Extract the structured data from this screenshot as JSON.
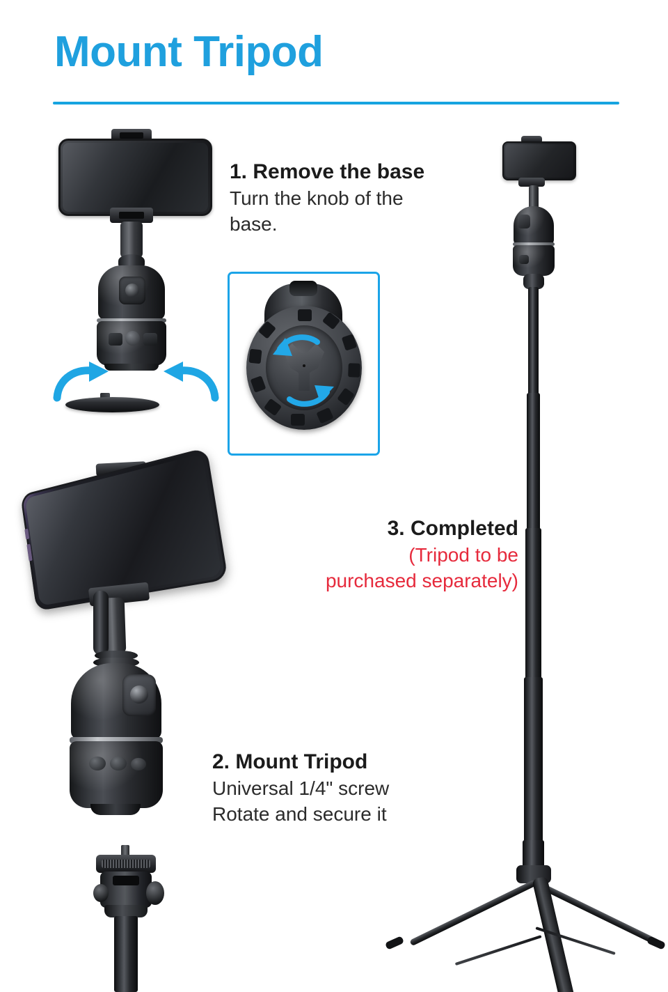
{
  "page": {
    "title": "Mount Tripod",
    "background_color": "#ffffff",
    "accent_blue": "#1FA0DE",
    "rule_color": "#16A4E0",
    "warning_red": "#E62A3C"
  },
  "steps": [
    {
      "id": "step-1",
      "heading": "1. Remove the base",
      "lines": [
        "Turn the knob of the",
        "base."
      ],
      "align": "left"
    },
    {
      "id": "step-3",
      "heading": "3. Completed",
      "lines": [
        "(Tripod to be",
        "purchased separately)"
      ],
      "align": "right",
      "note_color": "#E62A3C"
    },
    {
      "id": "step-2",
      "heading": "2. Mount Tripod",
      "lines": [
        "Universal 1/4\" screw",
        "Rotate and secure it"
      ],
      "align": "left"
    }
  ],
  "figures": {
    "gimbal_top": {
      "name": "Auto-face-tracking gimbal with phone in landscape holder, base detaching",
      "arrows": [
        "rotate-arrow-left",
        "rotate-arrow-right"
      ]
    },
    "inset": {
      "name": "Underside of gimbal showing ribbed locking ring knob",
      "arrows": [
        "rotate-arrow-ccw",
        "rotate-arrow-cw"
      ],
      "border_color": "#1BA4E8"
    },
    "gimbal_large": {
      "name": "Gimbal with phone mounted at angle, base removed"
    },
    "tripod_head": {
      "name": "Tripod ball head with universal 1/4 inch screw"
    },
    "tripod_full": {
      "name": "Completed assembly: gimbal with phone on extended tripod"
    }
  }
}
